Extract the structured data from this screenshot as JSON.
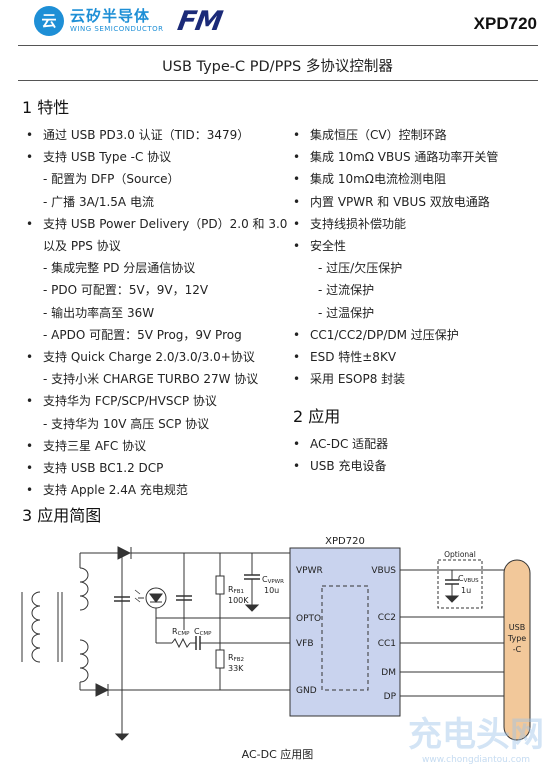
{
  "header": {
    "logo_glyph": "云",
    "company_cn": "云矽半导体",
    "company_en": "WING SEMICONDUCTOR",
    "brand_logo": "FM",
    "part_number": "XPD720"
  },
  "title": "USB Type-C PD/PPS 多协议控制器",
  "section1": {
    "heading": "1  特性",
    "left": [
      {
        "t": "b",
        "text": "通过 USB PD3.0 认证（TID：3479）"
      },
      {
        "t": "b",
        "text": "支持 USB Type -C 协议"
      },
      {
        "t": "s",
        "text": "- 配置为 DFP（Source）"
      },
      {
        "t": "s",
        "text": "- 广播 3A/1.5A 电流"
      },
      {
        "t": "b",
        "text": "支持 USB Power Delivery（PD）2.0 和 3.0"
      },
      {
        "t": "s",
        "text": "以及 PPS 协议"
      },
      {
        "t": "s",
        "text": "- 集成完整 PD 分层通信协议"
      },
      {
        "t": "s",
        "text": "- PDO 可配置：5V，9V，12V"
      },
      {
        "t": "s",
        "text": "- 输出功率高至 36W"
      },
      {
        "t": "s",
        "text": "- APDO 可配置：5V Prog，9V Prog"
      },
      {
        "t": "b",
        "text": "支持 Quick Charge 2.0/3.0/3.0+协议"
      },
      {
        "t": "s",
        "text": "- 支持小米 CHARGE TURBO 27W 协议"
      },
      {
        "t": "b",
        "text": "支持华为 FCP/SCP/HVSCP 协议"
      },
      {
        "t": "s",
        "text": "- 支持华为 10V 高压 SCP 协议"
      },
      {
        "t": "b",
        "text": "支持三星 AFC 协议"
      },
      {
        "t": "b",
        "text": "支持 USB BC1.2 DCP"
      },
      {
        "t": "b",
        "text": "支持 Apple 2.4A 充电规范"
      }
    ],
    "right": [
      {
        "t": "b",
        "text": "集成恒压（CV）控制环路"
      },
      {
        "t": "b",
        "text": "集成 10mΩ VBUS 通路功率开关管"
      },
      {
        "t": "b",
        "text": "集成 10mΩ电流检测电阻"
      },
      {
        "t": "b",
        "text": "内置 VPWR 和 VBUS 双放电通路"
      },
      {
        "t": "b",
        "text": "支持线损补偿功能"
      },
      {
        "t": "b",
        "text": "安全性"
      },
      {
        "t": "ss",
        "text": "- 过压/欠压保护"
      },
      {
        "t": "ss",
        "text": "- 过流保护"
      },
      {
        "t": "ss",
        "text": "- 过温保护"
      },
      {
        "t": "b",
        "text": "CC1/CC2/DP/DM 过压保护"
      },
      {
        "t": "b",
        "text": "ESD 特性±8KV"
      },
      {
        "t": "b",
        "text": "采用 ESOP8 封装"
      }
    ]
  },
  "section2": {
    "heading": "2  应用",
    "items": [
      {
        "t": "b",
        "text": "AC-DC 适配器"
      },
      {
        "t": "b",
        "text": "USB 充电设备"
      }
    ]
  },
  "section3": {
    "heading": "3  应用简图",
    "chip_name": "XPD720",
    "pins_left": [
      "VPWR",
      "OPTO",
      "VFB",
      "GND"
    ],
    "pins_right": [
      "VBUS",
      "CC2",
      "CC1",
      "DM",
      "DP"
    ],
    "optional_label": "Optional",
    "usb_connector": [
      "USB",
      "Type",
      "-C"
    ],
    "rfb1": {
      "name": "R",
      "sub": "FB1",
      "value": "100K"
    },
    "rfb2": {
      "name": "R",
      "sub": "FB2",
      "value": "33K"
    },
    "cvpwr": {
      "name": "C",
      "sub": "VPWR",
      "value": "10u"
    },
    "cvbus": {
      "name": "C",
      "sub": "VBUS",
      "value": "1u"
    },
    "rcmp": {
      "name": "R",
      "sub": "CMP"
    },
    "ccmp": {
      "name": "C",
      "sub": "CMP"
    },
    "caption": "AC-DC 应用图"
  },
  "watermark": {
    "brand": "充电头网",
    "url": "www.chongdiantou.com"
  }
}
